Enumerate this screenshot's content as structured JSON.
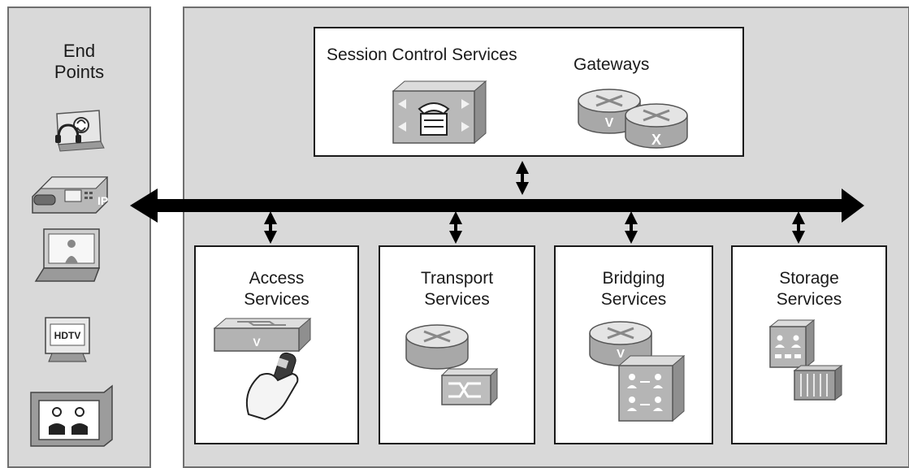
{
  "endpoints": {
    "title": "End\nPoints",
    "items": [
      {
        "icon": "headset-collaboration-icon"
      },
      {
        "icon": "ip-phone-icon",
        "label": "IP"
      },
      {
        "icon": "video-laptop-icon"
      },
      {
        "icon": "hdtv-icon",
        "label": "HDTV"
      },
      {
        "icon": "telepresence-room-icon"
      }
    ]
  },
  "session_box": {
    "session_label": "Session Control Services",
    "gateways_label": "Gateways",
    "gateway_marks": {
      "v": "V",
      "x": "X"
    }
  },
  "services": [
    {
      "label": "Access\nServices",
      "icon": "switch-and-mobile-phone-icon",
      "mark": "V"
    },
    {
      "label": "Transport\nServices",
      "icon": "router-and-optical-switch-icon"
    },
    {
      "label": "Bridging\nServices",
      "icon": "router-and-conference-bridge-icon",
      "mark": "V"
    },
    {
      "label": "Storage\nServices",
      "icon": "storage-array-icon"
    }
  ],
  "colors": {
    "panel_bg": "#d9d9d9",
    "panel_border": "#6f6f6f",
    "box_border": "#1a1a1a",
    "bus": "#000000",
    "device_light": "#e6e6e6",
    "device_mid": "#b5b5b5",
    "device_dark": "#7a7a7a"
  }
}
